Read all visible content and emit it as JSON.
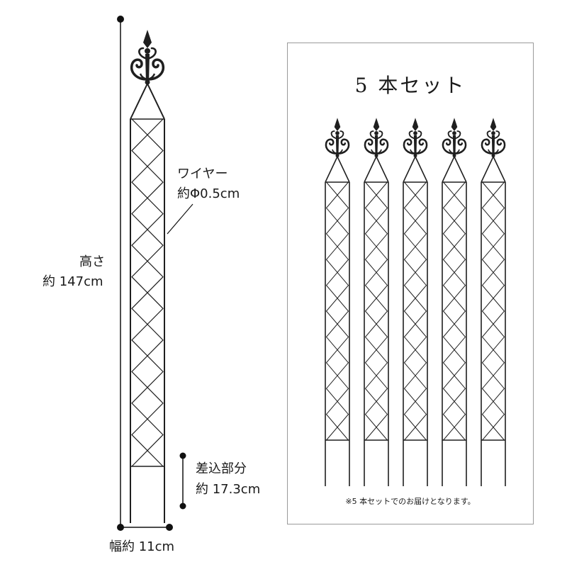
{
  "labels": {
    "height_title": "高さ",
    "height_value": "約 147cm",
    "wire_title": "ワイヤー",
    "wire_value": "約Φ0.5cm",
    "stake_title": "差込部分",
    "stake_value": "約 17.3cm",
    "width_value": "幅約 11cm"
  },
  "set_panel": {
    "title": "5 本セット",
    "note": "※5 本セットでのお届けとなります。",
    "count": 5
  },
  "colors": {
    "metal": "#1f1f1f",
    "frame": "#9a9a9a",
    "text": "#1a1a1a"
  }
}
